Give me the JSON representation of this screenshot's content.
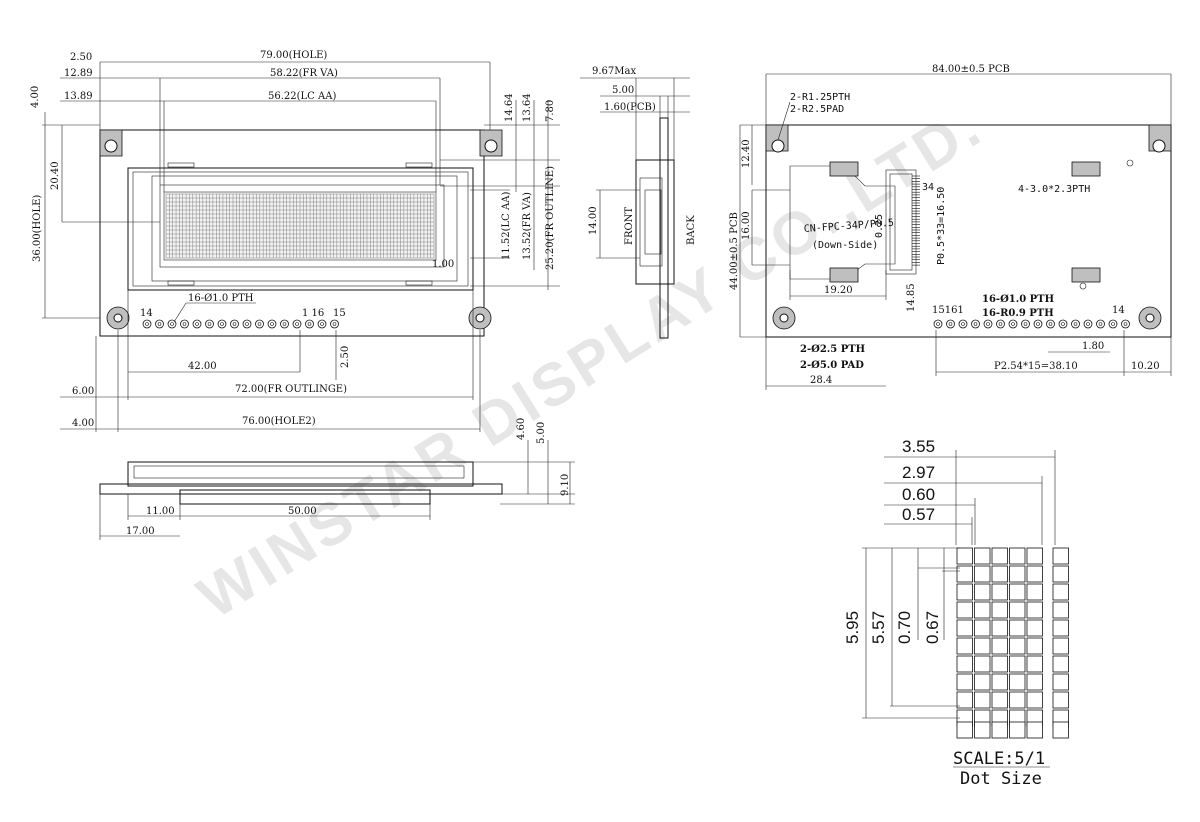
{
  "front_view": {
    "dims_top": [
      "2.50",
      "79.00(HOLE)",
      "12.89",
      "58.22(FR VA)",
      "13.89",
      "56.22(LC AA)"
    ],
    "dim_4": "4.00",
    "dim_2040": "20.40",
    "dim_hole_v": "36.00(HOLE)",
    "dims_right": [
      "14.64",
      "13.64",
      "7.80",
      "11.52(LC AA)",
      "13.52(FR VA)",
      "25.20(FR OUTLINE)",
      "1.00"
    ],
    "pth_label": "16-Ø1.0 PTH",
    "pin_labels": [
      "14",
      "1 16",
      "15"
    ],
    "dims_bottom": [
      "42.00",
      "2.50",
      "6.00",
      "72.00(FR OUTLINGE)",
      "4.00",
      "76.00(HOLE2)"
    ]
  },
  "side_view": {
    "dims": [
      "9.67Max",
      "5.00",
      "1.60(PCB)",
      "14.00"
    ],
    "front_label": "FRONT",
    "back_label": "BACK"
  },
  "bottom_view": {
    "dims": [
      "4.60",
      "5.00",
      "9.10",
      "11.00",
      "50.00",
      "17.00"
    ]
  },
  "back_view": {
    "pcb_width": "84.00±0.5 PCB",
    "r125": "2-R1.25PTH",
    "r25": "2-R2.5PAD",
    "dim_1240": "12.40",
    "dim_pcb_h": "44.00±0.5 PCB",
    "dim_1600": "16.00",
    "fpc_label": "CN-FPC-34P/P0.5",
    "down_side": "(Down-Side)",
    "dim_025": "0.25",
    "pin_34": "34",
    "pitch": "P0.5*33=16.50",
    "holes_label": "4-3.0*2.3PTH",
    "dim_1920": "19.20",
    "dim_1485": "14.85",
    "pins_left": "15161",
    "pth1": "16-Ø1.0 PTH",
    "pth2": "16-R0.9 PTH",
    "pin_14": "14",
    "big_hole": "2-Ø2.5 PTH",
    "big_pad": "2-Ø5.0 PAD",
    "dim_180": "1.80",
    "pin_pitch": "P2.54*15=38.10",
    "dim_1020": "10.20",
    "dim_284": "28.4"
  },
  "dot_size": {
    "dims_h": [
      "3.55",
      "2.97",
      "0.60",
      "0.57"
    ],
    "dims_v": [
      "5.95",
      "5.57",
      "0.70",
      "0.67"
    ],
    "scale": "SCALE:5/1",
    "title": "Dot Size"
  },
  "watermark": "WINSTAR DISPLAY CO.,LTD."
}
